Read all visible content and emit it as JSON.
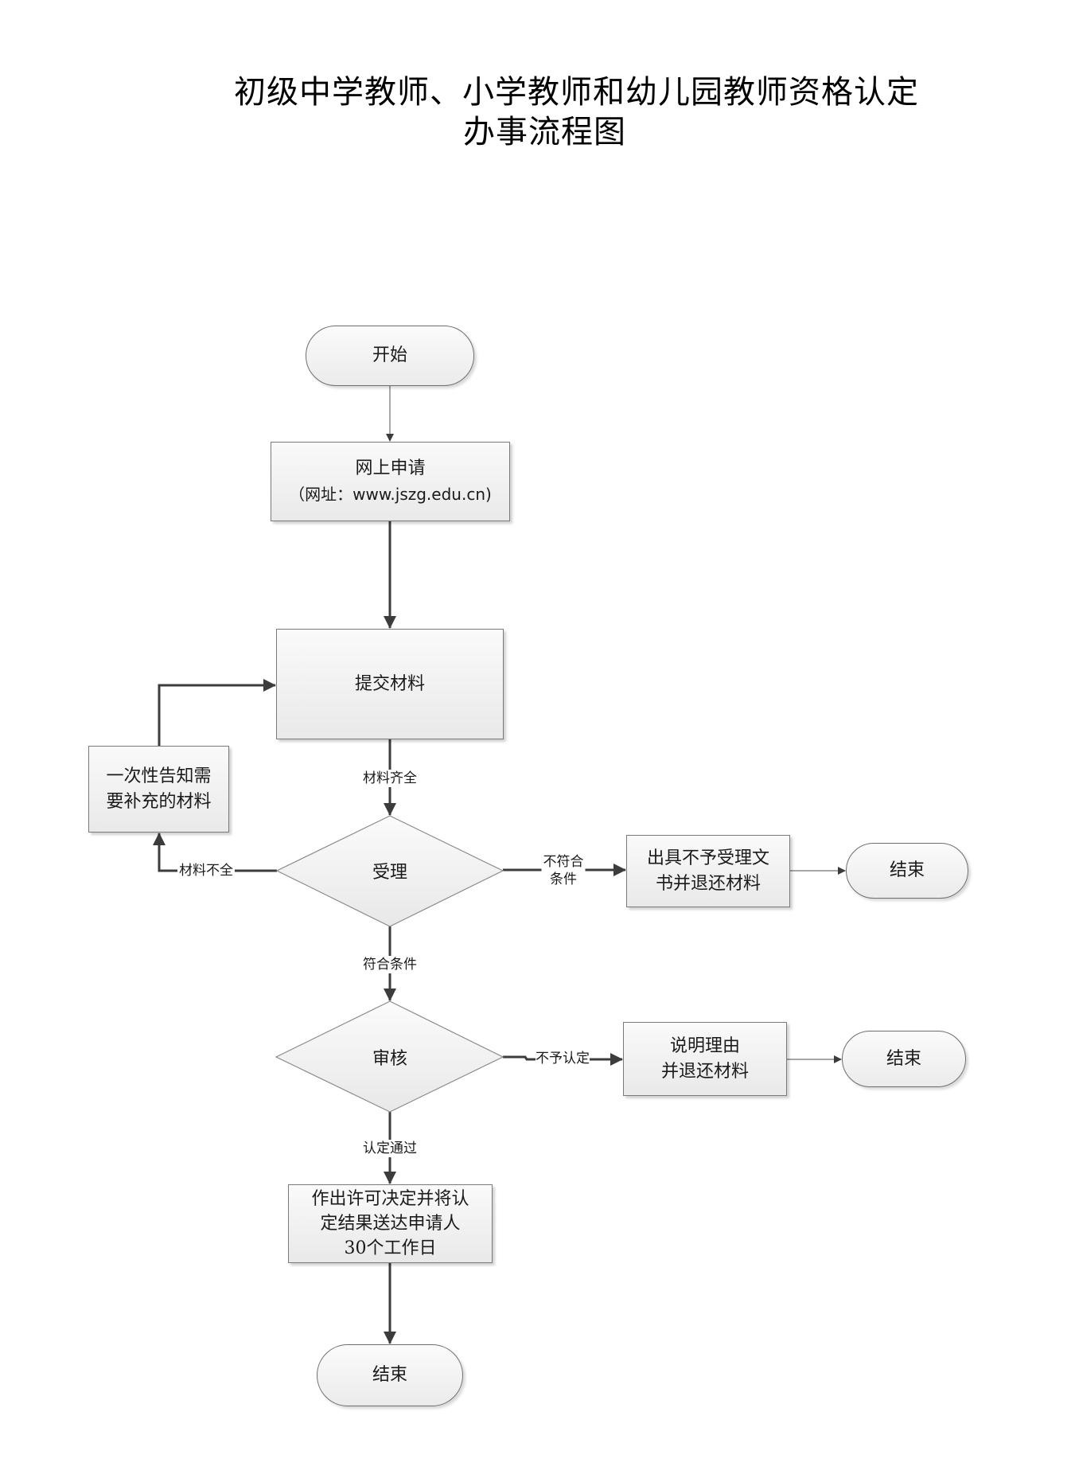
{
  "title": {
    "line1": "初级中学教师、小学教师和幼儿园教师资格认定",
    "line2": "办事流程图"
  },
  "nodes": {
    "start": "开始",
    "apply": {
      "line1": "网上申请",
      "line2": "（网址：www.jszg.edu.cn)"
    },
    "submit": "提交材料",
    "supplement": {
      "line1": "一次性告知需",
      "line2": "要补充的材料"
    },
    "accept": "受理",
    "reject_notice": {
      "line1": "出具不予受理文",
      "line2": "书并退还材料"
    },
    "end_1": "结束",
    "review": "审核",
    "reason": {
      "line1": "说明理由",
      "line2": "并退还材料"
    },
    "end_2": "结束",
    "decision": {
      "line1": "作出许可决定并将认",
      "line2": "定结果送达申请人",
      "line3": "30个工作日"
    },
    "end_3": "结束"
  },
  "edges": {
    "materials_complete": "材料齐全",
    "materials_incomplete": "材料不全",
    "not_eligible": {
      "line1": "不符合",
      "line2": "条件"
    },
    "eligible": "符合条件",
    "not_certified": "不予认定",
    "certified": "认定通过"
  },
  "colors": {
    "line_dark": "#3c3c3c",
    "line_light": "#8a8a8a",
    "shape_border": "#7a7a7a",
    "shape_fill_top": "#fafafa",
    "shape_fill_bottom": "#e9e9e9"
  }
}
